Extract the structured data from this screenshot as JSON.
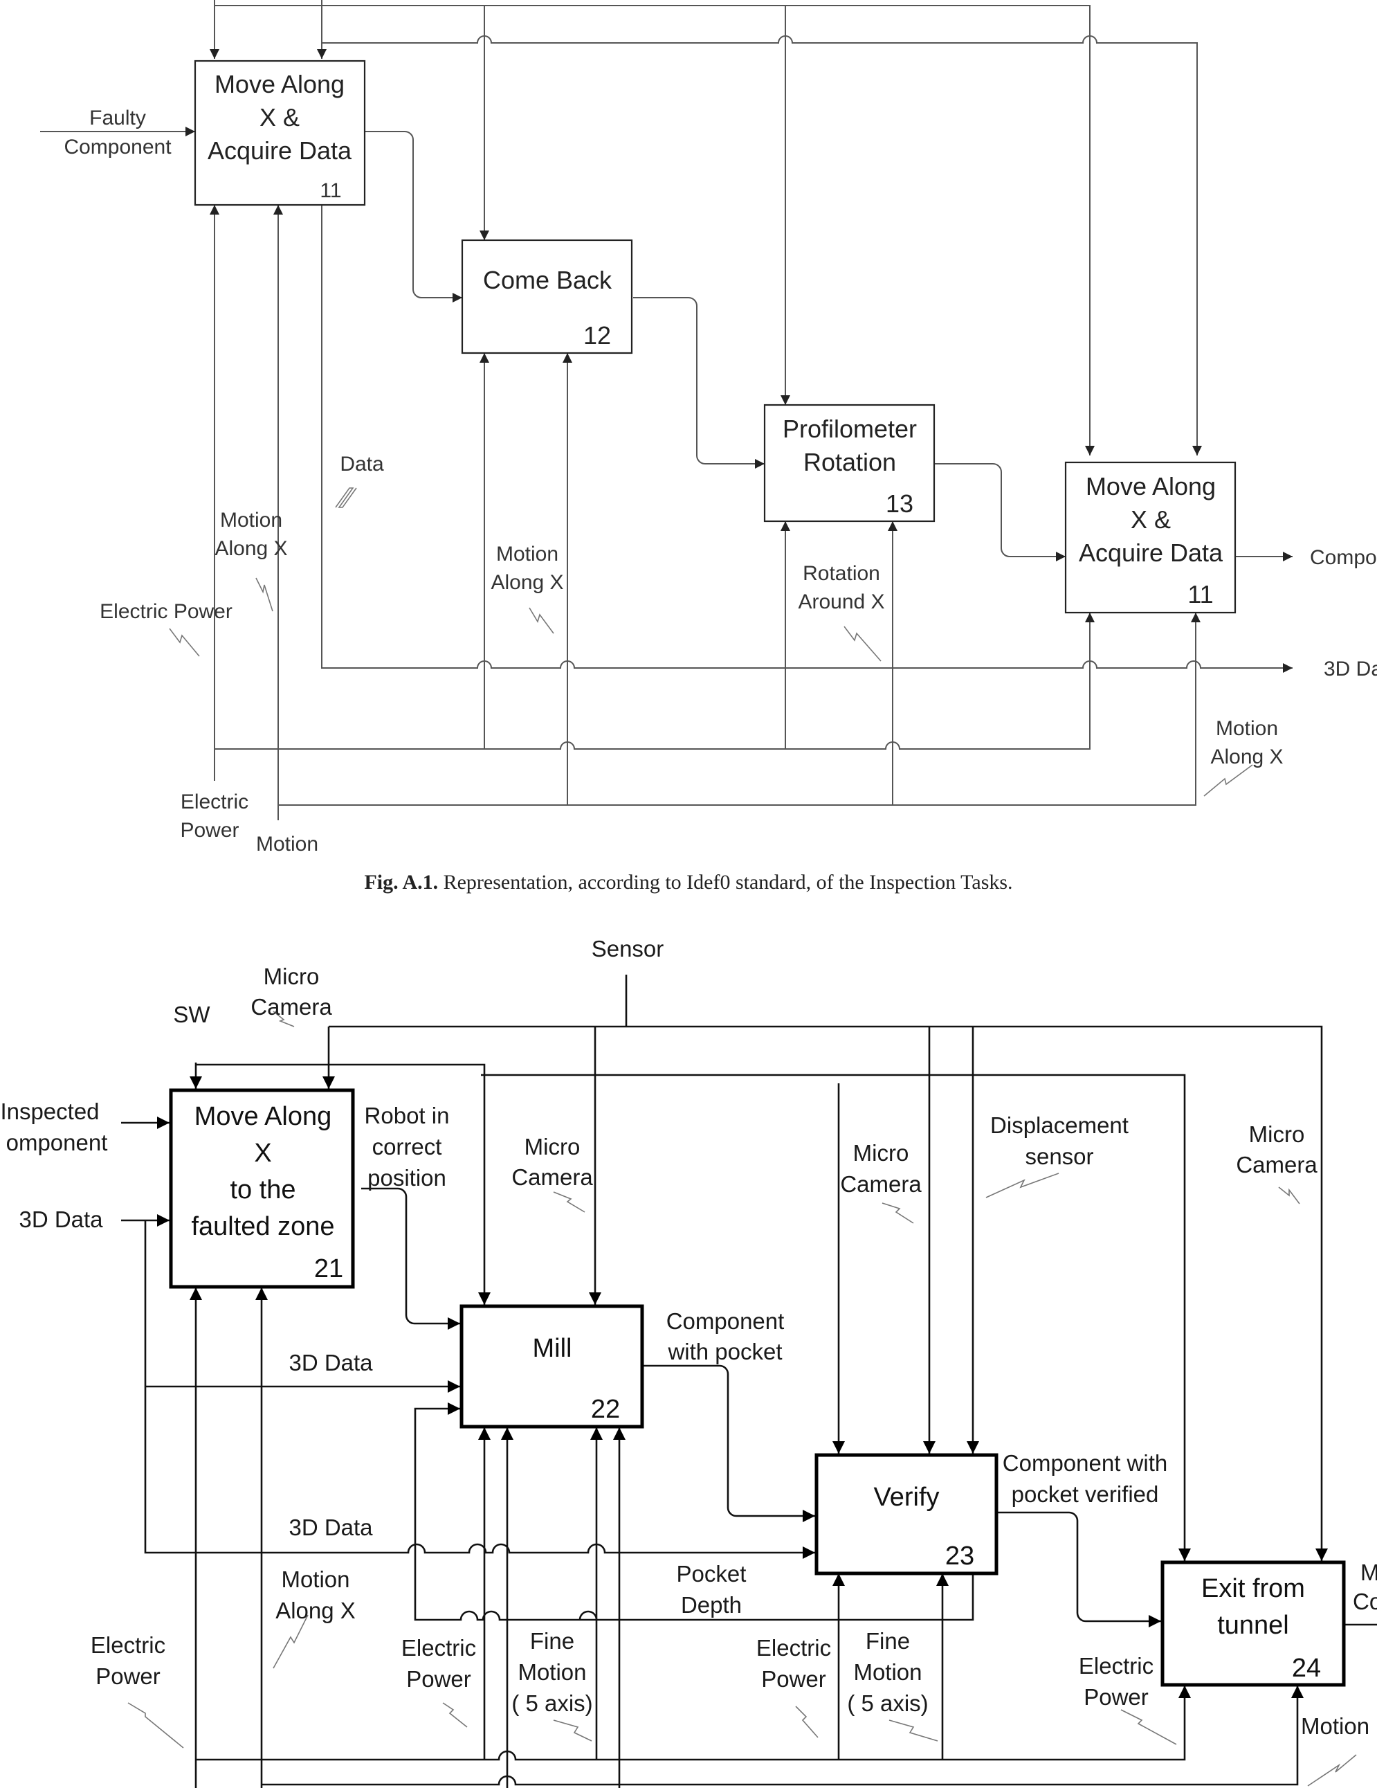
{
  "figure1": {
    "caption_label": "Fig. A.1.",
    "caption_text": " Representation, according to Idef0 standard, of the Inspection Tasks.",
    "boxes": [
      {
        "title": [
          "Move Along",
          "X &",
          "Acquire Data"
        ],
        "number": "11"
      },
      {
        "title": [
          "Come Back"
        ],
        "number": "12"
      },
      {
        "title": [
          "Profilometer",
          "Rotation"
        ],
        "number": "13"
      },
      {
        "title": [
          "Move Along",
          "X &",
          "Acquire Data"
        ],
        "number": "11"
      }
    ],
    "labels": {
      "faulty_component": [
        "Faulty",
        "Component"
      ],
      "data": "Data",
      "motion_along_x_1": [
        "Motion",
        "Along X"
      ],
      "motion_along_x_2": [
        "Motion",
        "Along X"
      ],
      "electric_power_1": "Electric Power",
      "rotation_around_x": [
        "Rotation",
        "Around X"
      ],
      "output_component": "Compo",
      "output_3d_data": "3D Da",
      "motion_along_x_3": [
        "Motion",
        "Along X"
      ],
      "electric_power_2": [
        "Electric",
        "Power"
      ],
      "motion": "Motion"
    }
  },
  "figure2": {
    "boxes": [
      {
        "title": [
          "Move Along",
          "X",
          "to the",
          "faulted zone"
        ],
        "number": "21"
      },
      {
        "title": [
          "Mill"
        ],
        "number": "22"
      },
      {
        "title": [
          "Verify"
        ],
        "number": "23"
      },
      {
        "title": [
          "Exit from",
          "tunnel"
        ],
        "number": "24"
      }
    ],
    "labels": {
      "sensor": "Sensor",
      "sw": "SW",
      "micro_camera_top": [
        "Micro",
        "Camera"
      ],
      "inspected_component": [
        "Inspected",
        "omponent"
      ],
      "data_3d_in": "3D Data",
      "robot_in_position": [
        "Robot in",
        "correct",
        "position"
      ],
      "micro_camera_mill": [
        "Micro",
        "Camera"
      ],
      "micro_camera_verify": [
        "Micro",
        "Camera"
      ],
      "displacement_sensor": [
        "Displacement",
        "sensor"
      ],
      "micro_camera_exit": [
        "Micro",
        "Camera"
      ],
      "data_3d_a": "3D Data",
      "component_with_pocket": [
        "Component",
        "with pocket"
      ],
      "data_3d_b": "3D Data",
      "component_pocket_verified": [
        "Component with",
        "pocket verified"
      ],
      "motion_along_x": [
        "Motion",
        "Along X"
      ],
      "pocket_depth": [
        "Pocket",
        "Depth"
      ],
      "electric_power_1": [
        "Electric",
        "Power"
      ],
      "electric_power_2": [
        "Electric",
        "Power"
      ],
      "fine_motion_1": [
        "Fine",
        "Motion",
        "( 5 axis)"
      ],
      "electric_power_3": [
        "Electric",
        "Power"
      ],
      "fine_motion_2": [
        "Fine",
        "Motion",
        "( 5 axis)"
      ],
      "electric_power_4": [
        "Electric",
        "Power"
      ],
      "motion_right": "Motion",
      "cut_m": "M",
      "cut_co": "Co"
    }
  }
}
